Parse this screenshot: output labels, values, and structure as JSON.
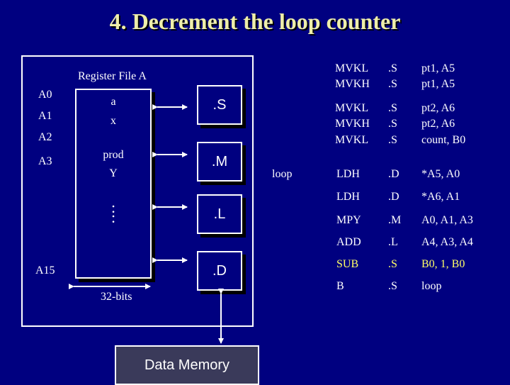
{
  "title": "4.  Decrement the loop counter",
  "register_file": {
    "label": "Register File A",
    "registers": [
      "A0",
      "A1",
      "A2",
      "A3",
      "A15"
    ],
    "contents": [
      "a",
      "x",
      "prod",
      "Y"
    ],
    "ellipsis": ":",
    "width_label": "32-bits"
  },
  "units": [
    ".S",
    ".M",
    ".L",
    ".D"
  ],
  "data_memory": "Data Memory",
  "setup_code": [
    {
      "op": "MVKL",
      "unit": ".S",
      "args": "pt1, A5"
    },
    {
      "op": "MVKH",
      "unit": ".S",
      "args": "pt1, A5"
    },
    {
      "op": "MVKL",
      "unit": ".S",
      "args": "pt2, A6"
    },
    {
      "op": "MVKH",
      "unit": ".S",
      "args": "pt2, A6"
    },
    {
      "op": "MVKL",
      "unit": ".S",
      "args": "count, B0"
    }
  ],
  "loop_label": "loop",
  "loop_code": [
    {
      "op": "LDH",
      "unit": ".D",
      "args": "*A5, A0"
    },
    {
      "op": "LDH",
      "unit": ".D",
      "args": "*A6, A1"
    },
    {
      "op": "MPY",
      "unit": ".M",
      "args": "A0, A1, A3"
    },
    {
      "op": "ADD",
      "unit": ".L",
      "args": "A4, A3, A4"
    },
    {
      "op": "SUB",
      "unit": ".S",
      "args": "B0, 1, B0"
    },
    {
      "op": "B",
      "unit": ".S",
      "args": "loop"
    }
  ],
  "colors": {
    "background": "#000080",
    "highlight": "#ffff66",
    "title": "#eeeeaa"
  }
}
